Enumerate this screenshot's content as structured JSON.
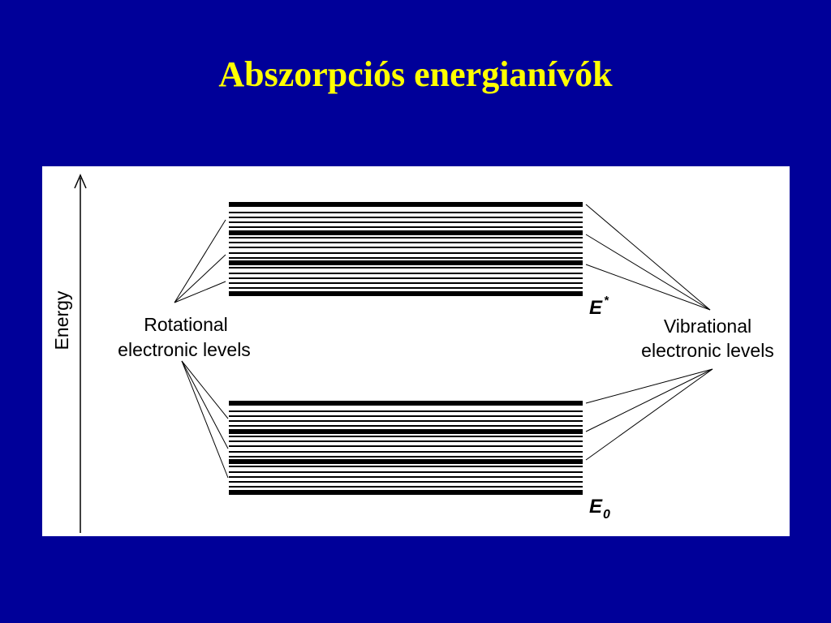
{
  "slide": {
    "title": "Abszorpciós energianívók"
  },
  "diagram": {
    "axis_label": "Energy",
    "rotational_label_line1": "Rotational",
    "rotational_label_line2": "electronic levels",
    "vibrational_label_line1": "Vibrational",
    "vibrational_label_line2": "electronic levels",
    "excited_state": {
      "main": "E",
      "superscript": "*"
    },
    "ground_state": {
      "main": "E",
      "subscript": "0"
    },
    "colors": {
      "background": "#000099",
      "title": "#FFFF00",
      "panel": "#FFFFFF",
      "ink": "#000000"
    }
  }
}
